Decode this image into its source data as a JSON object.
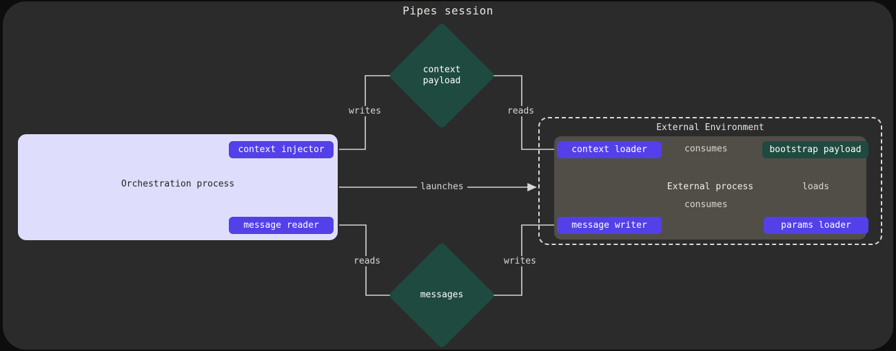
{
  "diagram": {
    "title": "Pipes session",
    "colors": {
      "page_background": "#0d0d0d",
      "panel_background": "#2b2b2b",
      "orchestration_fill": "#dedefc",
      "external_process_fill": "#514e48",
      "pill_fill": "#5340e8",
      "store_fill": "#1f4a40",
      "edge_stroke": "#d9d7d4",
      "text_light": "#ffffff",
      "text_dark": "#232323"
    }
  },
  "orchestration": {
    "label": "Orchestration process",
    "nodes": [
      {
        "id": "context-injector",
        "label": "context injector",
        "type": "pill"
      },
      {
        "id": "message-reader",
        "label": "message reader",
        "type": "pill"
      }
    ]
  },
  "external_environment": {
    "label": "External Environment",
    "process_label": "External process",
    "nodes": [
      {
        "id": "context-loader",
        "label": "context loader",
        "type": "pill"
      },
      {
        "id": "message-writer",
        "label": "message writer",
        "type": "pill"
      },
      {
        "id": "params-loader",
        "label": "params loader",
        "type": "pill"
      },
      {
        "id": "bootstrap-payload",
        "label": "bootstrap payload",
        "type": "store"
      }
    ]
  },
  "stores": [
    {
      "id": "context-payload",
      "line1": "context",
      "line2": "payload",
      "type": "diamond"
    },
    {
      "id": "messages",
      "line1": "messages",
      "line2": "",
      "type": "diamond"
    }
  ],
  "edges": [
    {
      "id": "writes-context",
      "label": "writes",
      "from": "context-injector",
      "to": "context-payload"
    },
    {
      "id": "reads-context",
      "label": "reads",
      "from": "context-loader",
      "to": "context-payload"
    },
    {
      "id": "launches",
      "label": "launches",
      "from": "orchestration-process",
      "to": "external-environment"
    },
    {
      "id": "reads-messages",
      "label": "reads",
      "from": "message-reader",
      "to": "messages"
    },
    {
      "id": "writes-messages",
      "label": "writes",
      "from": "message-writer",
      "to": "messages"
    },
    {
      "id": "consumes-context-loader",
      "label": "consumes",
      "from": "context-loader",
      "to": "bootstrap-payload"
    },
    {
      "id": "consumes-message-writer",
      "label": "consumes",
      "from": "message-writer",
      "to": "bootstrap-payload"
    },
    {
      "id": "loads-params",
      "label": "loads",
      "from": "params-loader",
      "to": "bootstrap-payload"
    }
  ]
}
